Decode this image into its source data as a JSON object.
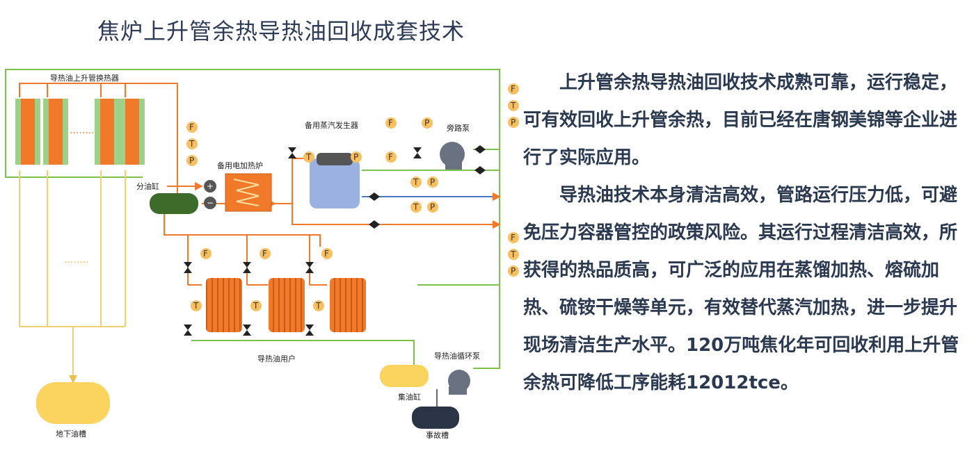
{
  "title": "焦炉上升管余热导热油回收成套技术",
  "paragraphs": [
    "上升管余热导热油回收技术成熟可靠，运行稳定，可有效回收上升管余热，目前已经在唐钢美锦等企业进行了实际应用。",
    "导热油技术本身清洁高效，管路运行压力低，可避免压力容器管控的政策风险。其运行过程清洁高效，所获得的热品质高，可广泛的应用在蒸馏加热、熔硫加热、硫铵干燥等单元，有效替代蒸汽加热，进一步提升现场清洁生产水平。120万吨焦化年可回收利用上升管余热可降低工序能耗12012tce。"
  ],
  "diagram": {
    "labels": {
      "heat_exchanger": "导热油上升管换热器",
      "dist_tank": "分油缸",
      "electric_heater": "备用电加热炉",
      "steam_gen": "备用蒸汽发生器",
      "bypass_pump": "旁路泵",
      "users": "导热油用户",
      "circ_pump": "导热油循环泵",
      "collect_tank": "集油缸",
      "underground_tank": "地下油槽",
      "accident_tank": "事故槽",
      "dots_top": "........",
      "dots_mid": "........"
    },
    "instruments": {
      "F": "F",
      "T": "T",
      "P": "P"
    },
    "heater_signs": {
      "plus": "+",
      "minus": "−"
    },
    "colors": {
      "orange": "#f07a2a",
      "green": "#7cc24a",
      "yellow": "#f4d27a",
      "blue": "#4a78c0",
      "gauge": "#f8c060",
      "dark": "#2b3347"
    }
  }
}
